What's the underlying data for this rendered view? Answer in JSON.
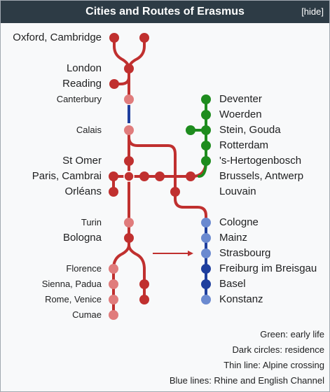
{
  "header": {
    "title": "Cities and Routes of Erasmus",
    "hide_label": "[hide]"
  },
  "left_labels": [
    "Oxford, Cambridge",
    "London",
    "Reading",
    "Canterbury",
    "Calais",
    "St Omer",
    "Paris, Cambrai",
    "Orléans",
    "Turin",
    "Bologna",
    "Florence",
    "Sienna, Padua",
    "Rome, Venice",
    "Cumae"
  ],
  "right_labels": [
    "Deventer",
    "Woerden",
    "Stein, Gouda",
    "Rotterdam",
    "'s-Hertogenbosch",
    "Brussels, Antwerp",
    "Louvain",
    "Cologne",
    "Mainz",
    "Strasbourg",
    "Freiburg im Breisgau",
    "Basel",
    "Konstanz"
  ],
  "legend": [
    "Green: early life",
    "Dark circles: residence",
    "Thin line: Alpine crossing",
    "Blue lines: Rhine and English Channel"
  ],
  "colors": {
    "red": "#c0302f",
    "red_light": "#e07c7c",
    "green": "#1e8c1e",
    "blue": "#1f3f9e",
    "blue_light": "#6b8ad0",
    "header_bg": "#2d3b45"
  }
}
